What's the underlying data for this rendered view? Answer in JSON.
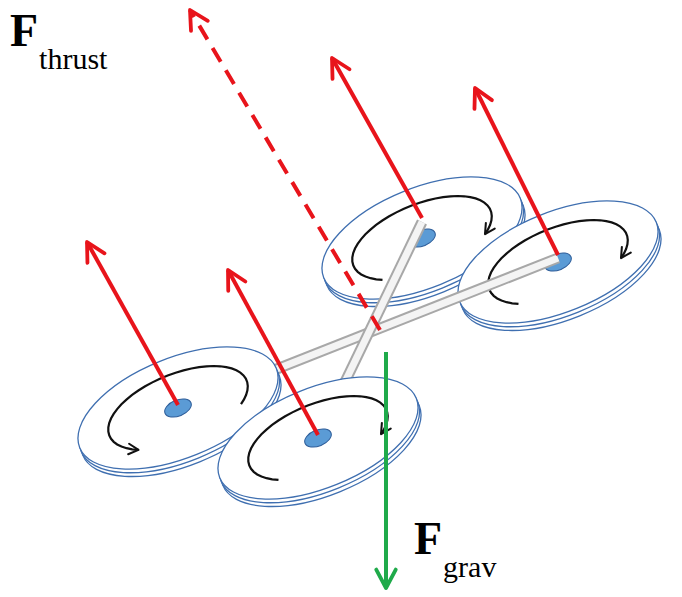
{
  "diagram": {
    "labels": [
      "F",
      "thrust",
      "F",
      "grav"
    ]
  }
}
